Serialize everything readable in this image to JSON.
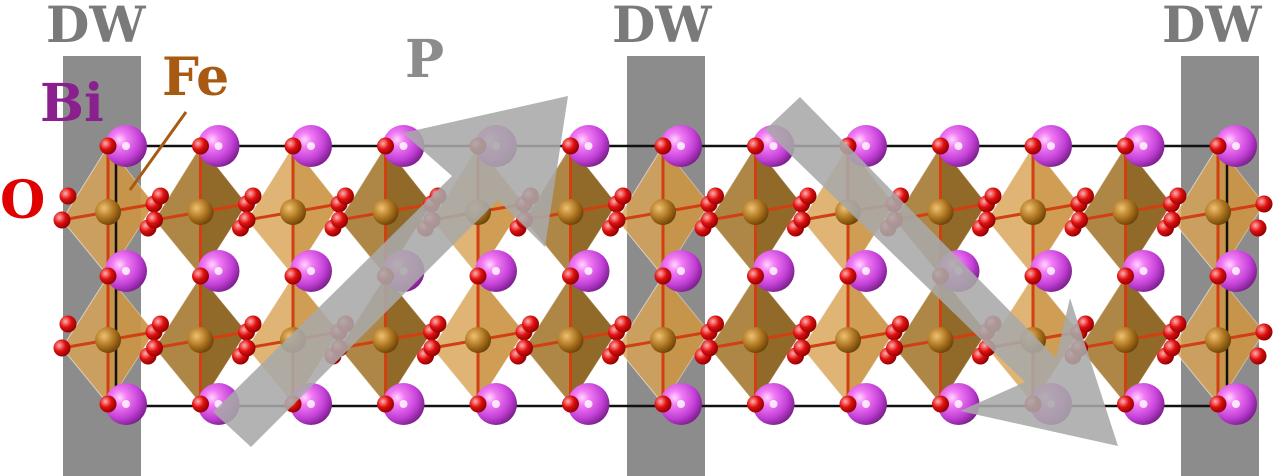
{
  "labels": {
    "domain_wall": "DW",
    "polarization": "P",
    "bismuth": "Bi",
    "iron": "Fe",
    "oxygen": "O"
  },
  "colors": {
    "bismuth": "#c23fd6",
    "iron": "#a85a12",
    "oxygen": "#e00000",
    "domain_wall": "#8c8c8c",
    "arrow": "#a8a8a8",
    "octahedron": "#d4a04a"
  }
}
